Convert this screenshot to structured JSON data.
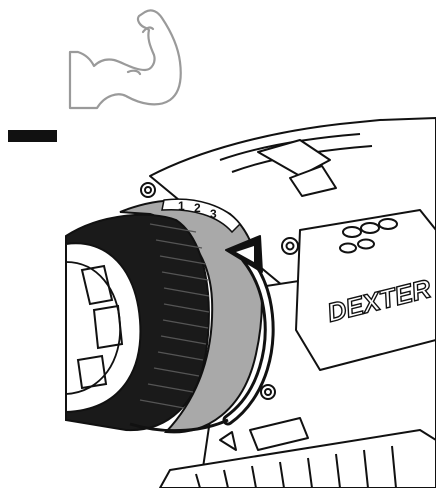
{
  "illustration": {
    "strength_icon": "flexed-arm-icon",
    "minus_icon": "minus-bar-icon",
    "brand_label": "DEXTER",
    "rotation_arrow": "clockwise-arrow-icon",
    "collar_marks": [
      "1",
      "2",
      "3"
    ],
    "colors": {
      "line": "#111111",
      "icon_stroke": "#9a9a9a",
      "collar_fill": "#a9a9a9",
      "chuck_fill": "#1a1a1a",
      "background": "#ffffff"
    }
  }
}
